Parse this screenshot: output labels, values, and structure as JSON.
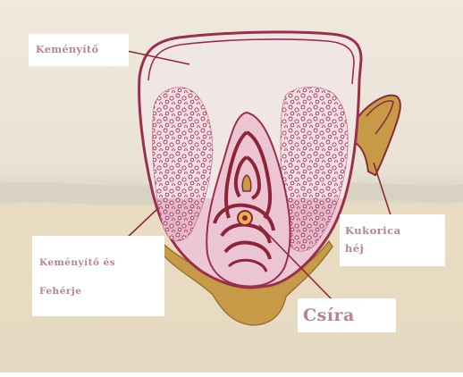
{
  "labels": {
    "kemenyito": "Keményítő",
    "kemenyito_feherje_line1": "Keményítő és",
    "kemenyito_feherje_line2": "Fehérje",
    "kukorica_line1": "Kukorica",
    "kukorica_line2": "héj",
    "csira": "Csíra"
  },
  "colors": {
    "paper_top": "#ece6da",
    "paper_bottom": "#e6dcc6",
    "outline": "#9b2f49",
    "granule_fill": "#f3dfe6",
    "pink_light": "#efd3df",
    "pink_mid": "#e6b9cc",
    "germ_dark": "#8e2438",
    "hull": "#c79a47",
    "label_text": "#b7848a",
    "pointer": "#8a2a3b"
  }
}
